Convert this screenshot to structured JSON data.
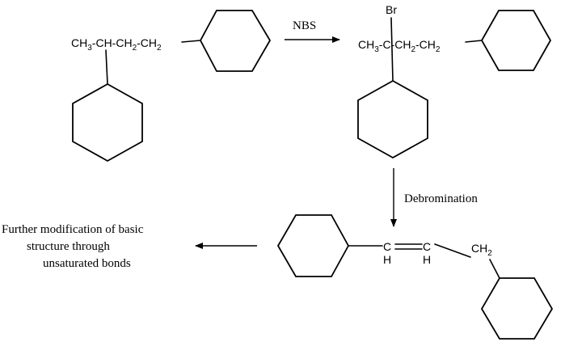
{
  "reactant": {
    "chain_label": "CH3-CH-CH2-CH2",
    "chain_parts": [
      "CH",
      "3",
      "-CH-CH",
      "2",
      "-CH",
      "2"
    ]
  },
  "step1": {
    "reagent": "NBS"
  },
  "intermediate": {
    "bromine": "Br",
    "chain_label": "CH3-C-CH2-CH2",
    "chain_parts": [
      "CH",
      "3",
      "-C-CH",
      "2",
      "-CH",
      "2"
    ]
  },
  "step2": {
    "reagent": "Debromination"
  },
  "product": {
    "c1": "C",
    "c2": "C",
    "h1": "H",
    "h2": "H",
    "ch2": [
      "CH",
      "2"
    ]
  },
  "note": {
    "lines": [
      "Further modification of basic",
      "structure  through",
      "unsaturated bonds"
    ]
  }
}
